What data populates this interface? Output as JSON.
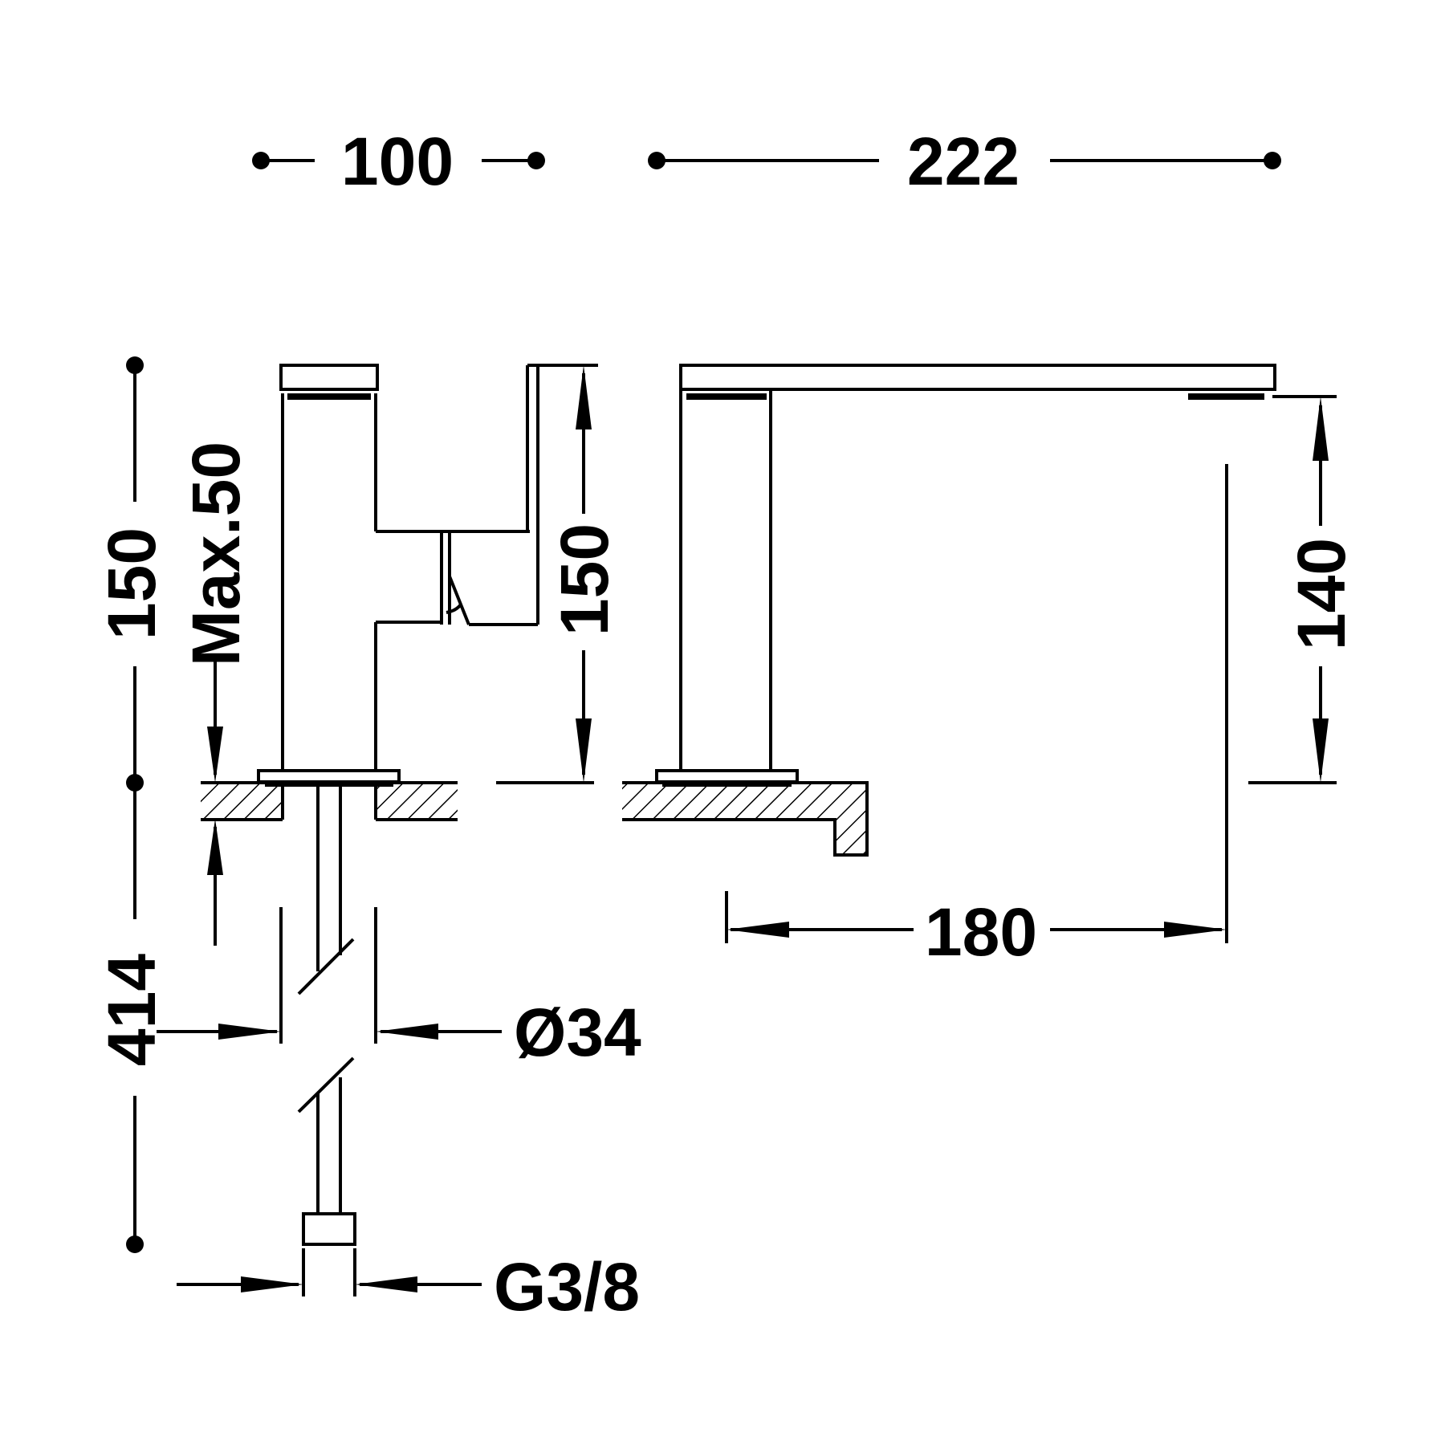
{
  "drawing": {
    "dimensions": {
      "width_top_left": "100",
      "width_top_right": "222",
      "height_total_left": "150",
      "max_thickness": "Max.50",
      "height_mid": "150",
      "height_right": "140",
      "spout_reach": "180",
      "pipe_length": "414",
      "pipe_diameter": "Ø34",
      "thread": "G3/8"
    },
    "colors": {
      "line": "#000000",
      "background": "#ffffff"
    }
  }
}
